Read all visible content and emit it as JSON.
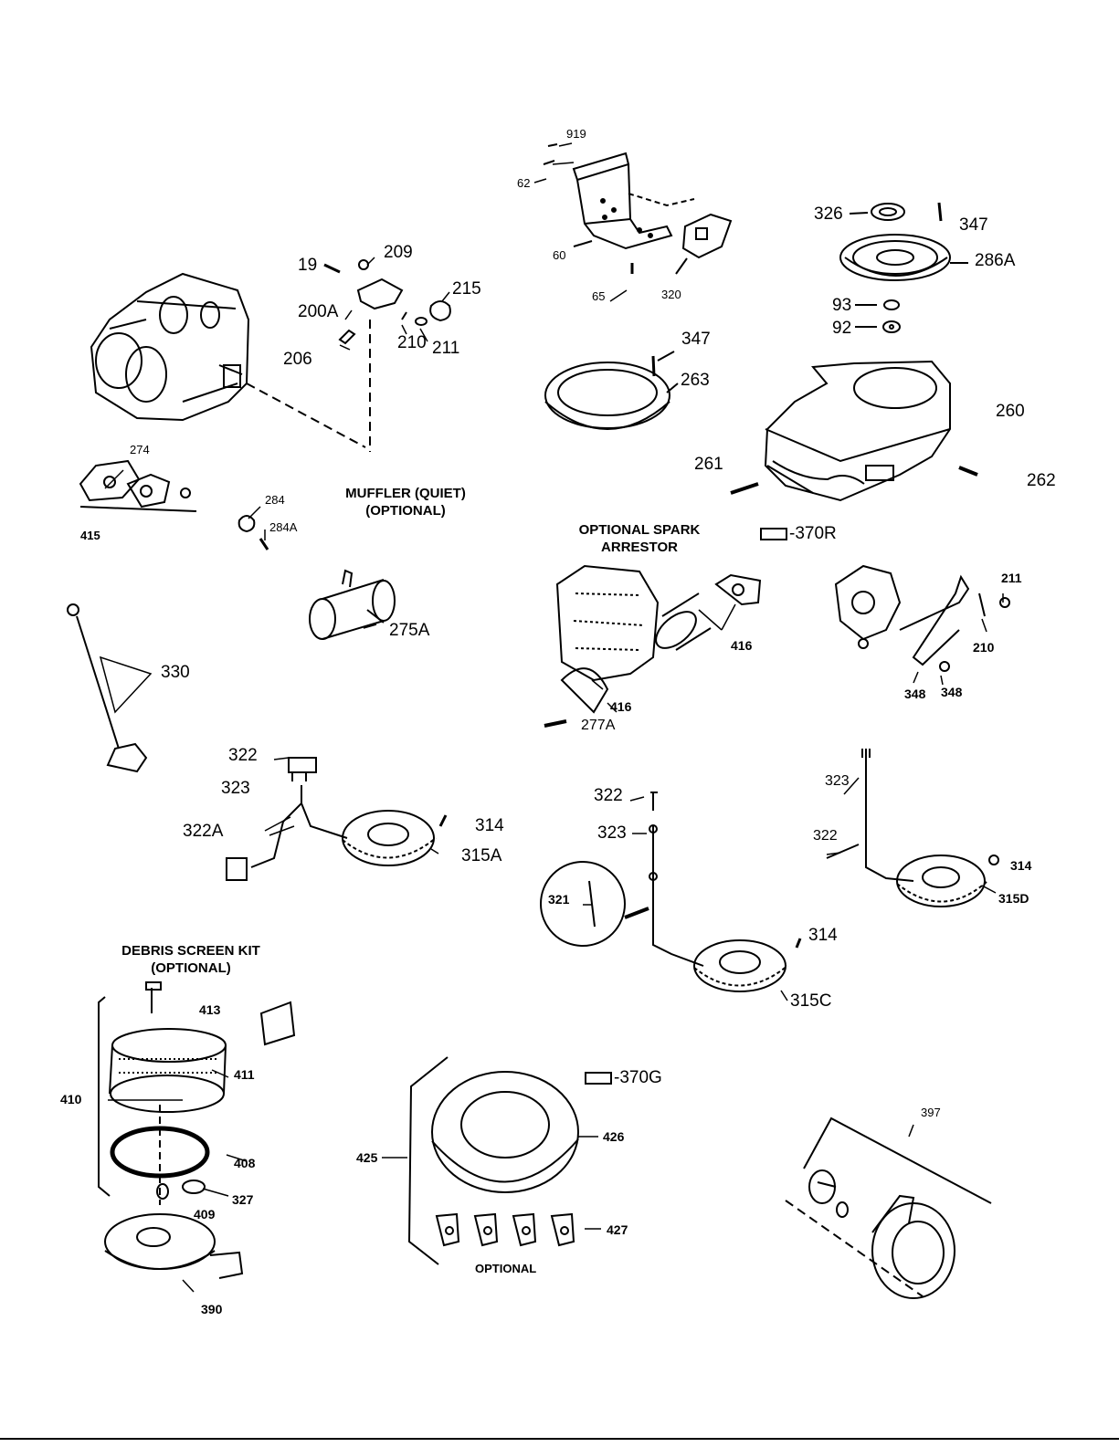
{
  "captions": {
    "muffler_line1": "MUFFLER (QUIET)",
    "muffler_line2": "(OPTIONAL)",
    "spark_line1": "OPTIONAL SPARK",
    "spark_line2": "ARRESTOR",
    "debris_line1": "DEBRIS SCREEN KIT",
    "debris_line2": "(OPTIONAL)",
    "optional": "OPTIONAL"
  },
  "labels": {
    "p919": "919",
    "p62": "62",
    "p60": "60",
    "p65": "65",
    "p320": "320",
    "p326": "326",
    "p347a": "347",
    "p286A": "286A",
    "p93": "93",
    "p92": "92",
    "p347b": "347",
    "p263": "263",
    "p260": "260",
    "p261": "261",
    "p262": "262",
    "p19": "19",
    "p209": "209",
    "p215": "215",
    "p200A": "200A",
    "p210a": "210",
    "p211a": "211",
    "p206": "206",
    "p274": "274",
    "p415": "415",
    "p284": "284",
    "p284A": "284A",
    "p275A": "275A",
    "p330": "330",
    "p211b": "211",
    "p210b": "210",
    "p348a": "348",
    "p348b": "348",
    "p416a": "416",
    "p416b": "416",
    "p277A": "277A",
    "p322a": "322",
    "p323a": "323",
    "p322A": "322A",
    "p314a": "314",
    "p315A": "315A",
    "p322b": "322",
    "p323b": "323",
    "p321": "321",
    "p314b": "314",
    "p315C": "315C",
    "p323c": "323",
    "p322c": "322",
    "p314c": "314",
    "p315D": "315D",
    "p413": "413",
    "p411": "411",
    "p410": "410",
    "p408": "408",
    "p327": "327",
    "p409": "409",
    "p390": "390",
    "p426": "426",
    "p425": "425",
    "p427": "427",
    "p397": "397",
    "p370R": "-370R",
    "p370G": "-370G"
  }
}
